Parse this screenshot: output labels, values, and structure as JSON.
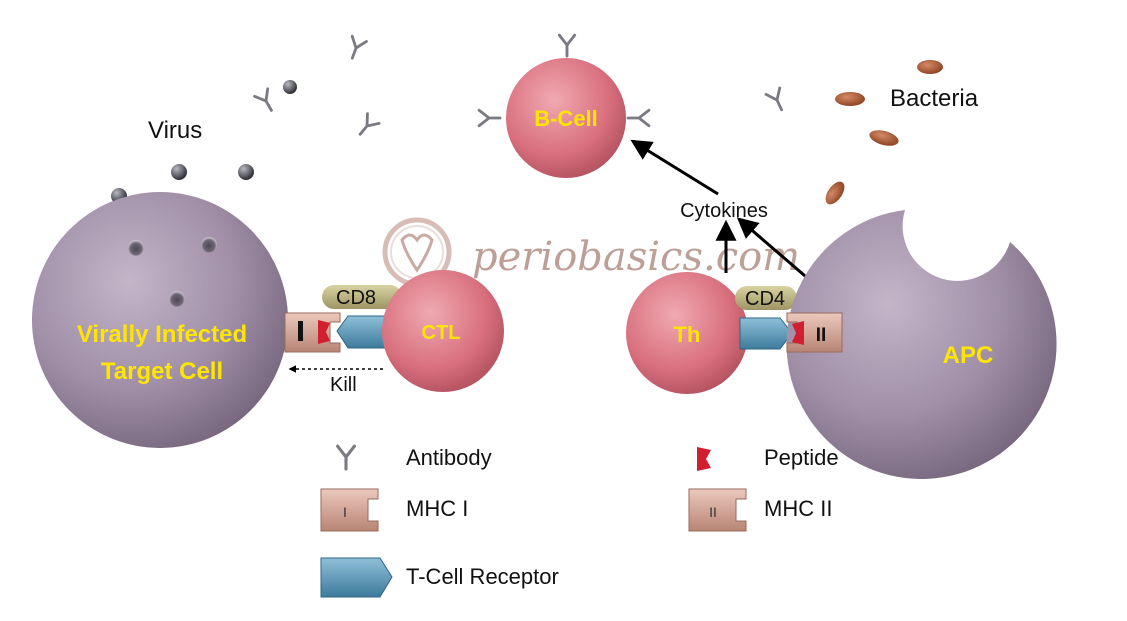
{
  "labels": {
    "virus": "Virus",
    "bacteria": "Bacteria",
    "b_cell": "B-Cell",
    "cytokines": "Cytokines",
    "watermark": "periobasics.com",
    "cd8": "CD8",
    "cd4": "CD4",
    "ctl": "CTL",
    "th": "Th",
    "target_cell_line1": "Virally Infected",
    "target_cell_line2": "Target Cell",
    "apc": "APC",
    "kill": "Kill",
    "mhc1_numeral": "I",
    "mhc2_numeral": "II"
  },
  "legend": {
    "antibody": "Antibody",
    "mhc1": "MHC I",
    "mhc1_numeral": "I",
    "tcr": "T-Cell Receptor",
    "peptide": "Peptide",
    "mhc2": "MHC II",
    "mhc2_numeral": "II"
  },
  "colors": {
    "cell_label": "#ffe600",
    "red_cell": "#d9707e",
    "purple_cell": "#9c8aa3",
    "mhc": "#d7a89a",
    "tcr": "#5f99b8",
    "peptide": "#d21f2f",
    "cd_band": "#b9b07a"
  }
}
